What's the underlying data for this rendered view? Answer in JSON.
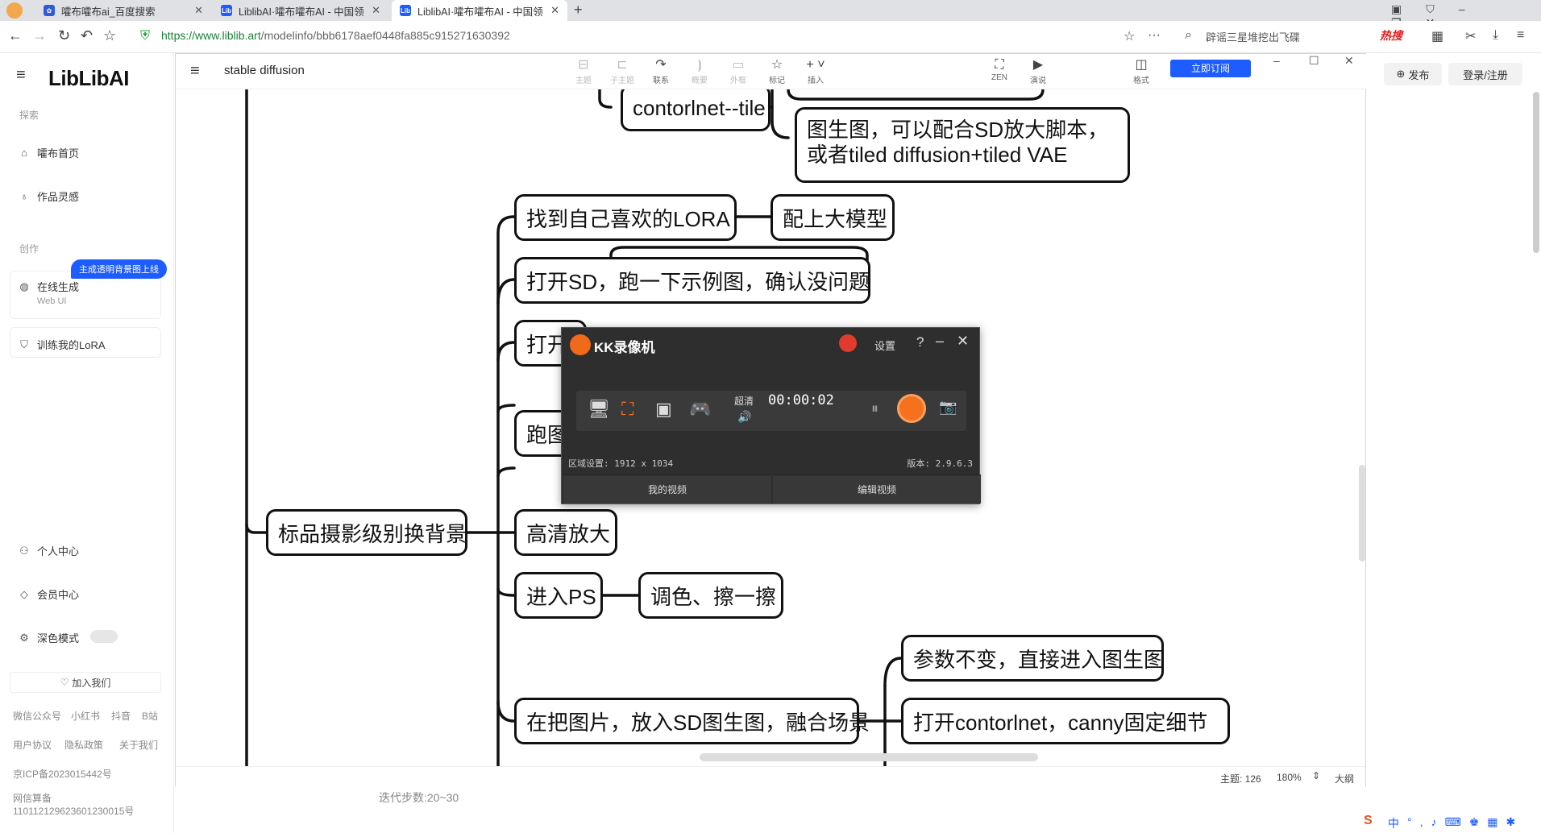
{
  "tabs": [
    {
      "title": "嚯布嚯布ai_百度搜索",
      "favicon": "baidu-icon"
    },
    {
      "title": "LiblibAI·嚯布嚯布AI - 中国领",
      "favicon": "liblib-icon"
    },
    {
      "title": "LiblibAI·嚯布嚯布AI - 中国领",
      "favicon": "liblib-icon"
    }
  ],
  "new_tab_label": "+",
  "address": {
    "scheme_host": "https://www.liblib.art",
    "path": "/modelinfo/bbb6178aef0448fa885c915271630392"
  },
  "search_hint": "辟谣三星堆挖出飞碟",
  "hot_label": "热搜",
  "sidebar": {
    "logo_text": "LibLibAI",
    "section_explore": "探索",
    "items_explore": [
      {
        "label": "嚯布首页",
        "icon": "home-icon"
      },
      {
        "label": "作品灵感",
        "icon": "bulb-icon"
      }
    ],
    "section_create": "创作",
    "badge": "主成透明背景图上线",
    "online_gen": {
      "label": "在线生成",
      "sub": "Web UI"
    },
    "train_lora": "训练我的LoRA",
    "personal": "个人中心",
    "member": "会员中心",
    "dark_mode": "深色模式",
    "join": "加入我们",
    "footer_links_1": [
      "微信公众号",
      "小红书",
      "抖音",
      "B站"
    ],
    "footer_links_2": [
      "用户协议",
      "隐私政策",
      "关于我们"
    ],
    "icp": "京ICP备2023015442号",
    "police_1": "网信算备",
    "police_2": "110112129623601230015号"
  },
  "editor": {
    "doc_title": "stable diffusion",
    "tools": [
      {
        "label": "主题",
        "icon": "topic-icon",
        "enabled": false
      },
      {
        "label": "子主题",
        "icon": "subtopic-icon",
        "enabled": false
      },
      {
        "label": "联系",
        "icon": "relation-icon",
        "enabled": true
      },
      {
        "label": "概要",
        "icon": "summary-icon",
        "enabled": false
      },
      {
        "label": "外框",
        "icon": "boundary-icon",
        "enabled": false
      },
      {
        "label": "标记",
        "icon": "star-icon",
        "enabled": true
      },
      {
        "label": "插入",
        "icon": "plus-icon",
        "enabled": true
      }
    ],
    "tools_right": [
      {
        "label": "ZEN",
        "icon": "fullscreen-icon"
      },
      {
        "label": "演说",
        "icon": "present-icon"
      },
      {
        "label": "格式",
        "icon": "format-icon"
      }
    ],
    "subscribe": "立即订阅",
    "status": {
      "topics": "主题: 126",
      "zoom": "180%",
      "outline": "大纲"
    }
  },
  "mindmap": {
    "nodes": [
      {
        "id": "n1",
        "text": "contorlnet--tile"
      },
      {
        "id": "n2",
        "text": "图生图，可以配合SD放大脚本，或者tiled diffusion+tiled VAE"
      },
      {
        "id": "n3",
        "text": "找到自己喜欢的LORA"
      },
      {
        "id": "n4",
        "text": "配上大模型"
      },
      {
        "id": "n5",
        "text": "打开SD，跑一下示例图，确认没问题"
      },
      {
        "id": "n6",
        "text": "打开"
      },
      {
        "id": "n7",
        "text": "跑图"
      },
      {
        "id": "n8",
        "text": "标品摄影级别换背景"
      },
      {
        "id": "n9",
        "text": "高清放大"
      },
      {
        "id": "n10",
        "text": "进入PS"
      },
      {
        "id": "n11",
        "text": "调色、擦一擦"
      },
      {
        "id": "n12",
        "text": "参数不变，直接进入图生图"
      },
      {
        "id": "n13",
        "text": "在把图片，放入SD图生图，融合场景"
      },
      {
        "id": "n14",
        "text": "打开contorlnet，canny固定细节"
      }
    ]
  },
  "right_panel": {
    "publish": "发布",
    "login": "登录/注册"
  },
  "below_editor_text": "迭代步数:20~30",
  "kk": {
    "title": "KK录像机",
    "settings": "设置",
    "help": "?",
    "quality": "超清",
    "time": "00:00:02",
    "region": "区域设置: 1912 x 1034",
    "version": "版本: 2.9.6.3",
    "tab_videos": "我的视频",
    "tab_edit": "编辑视频"
  },
  "tray": {
    "ime": "中"
  }
}
